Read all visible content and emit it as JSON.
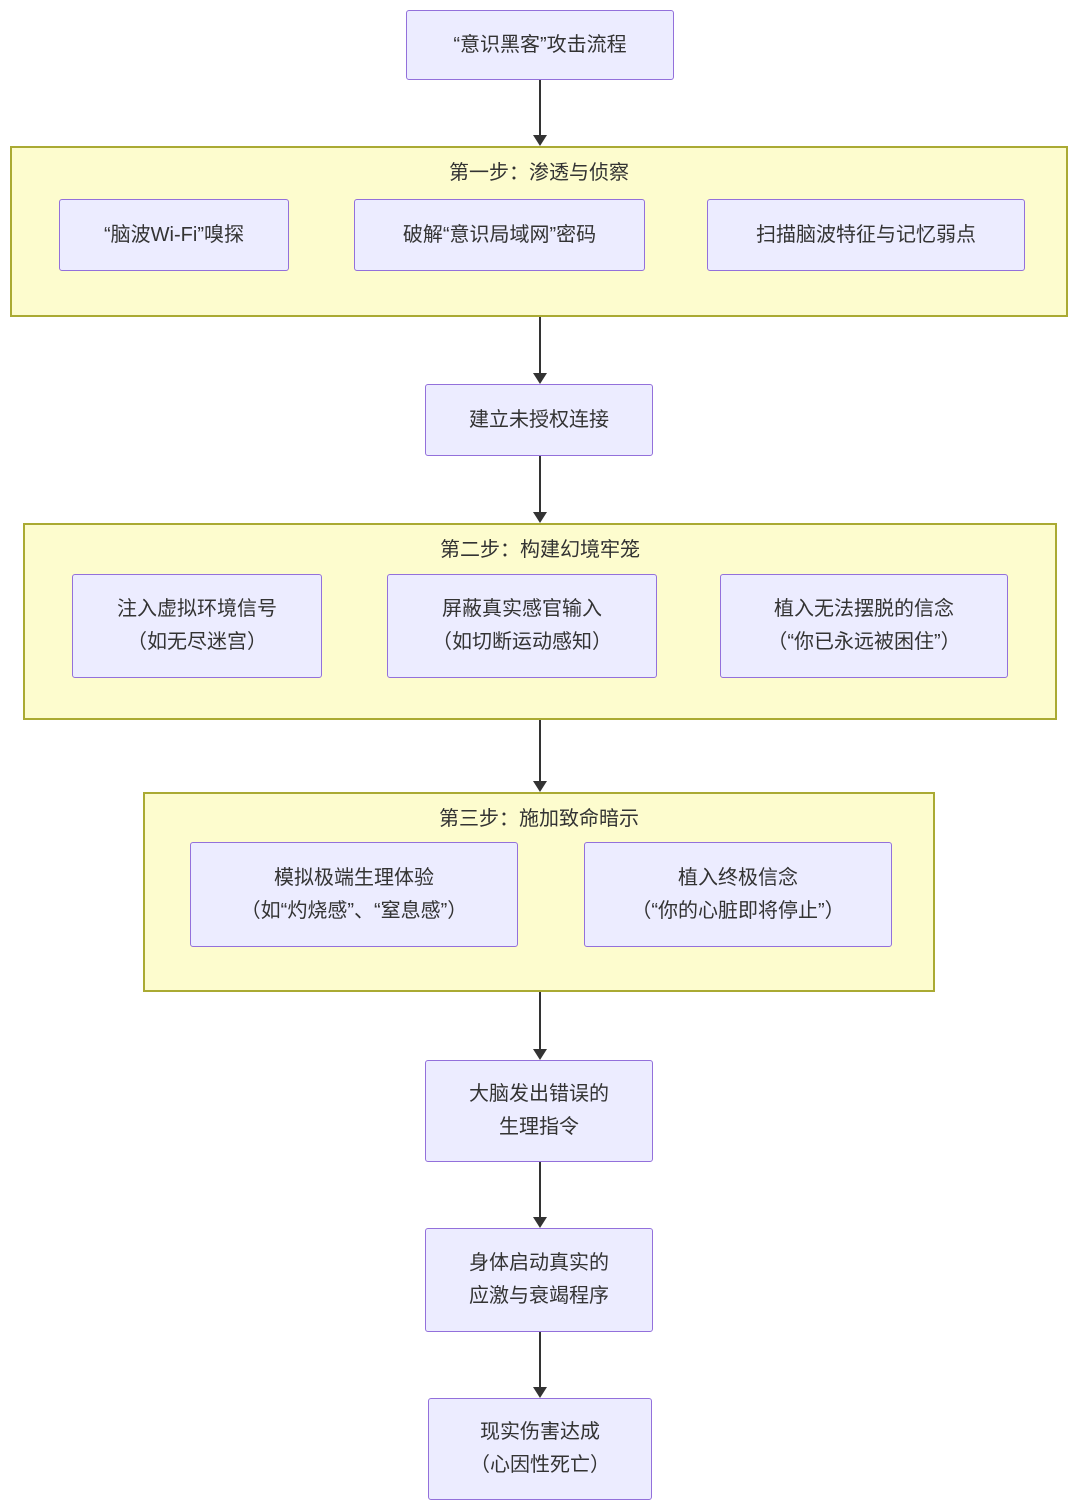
{
  "flow": {
    "start": "“意识黑客”攻击流程",
    "step1": {
      "title": "第一步：渗透与侦察",
      "items": [
        "“脑波Wi-Fi”嗅探",
        "破解“意识局域网”密码",
        "扫描脑波特征与记忆弱点"
      ]
    },
    "connect": "建立未授权连接",
    "step2": {
      "title": "第二步：构建幻境牢笼",
      "items": [
        "注入虚拟环境信号\n（如无尽迷宫）",
        "屏蔽真实感官输入\n（如切断运动感知）",
        "植入无法摆脱的信念\n（“你已永远被困住”）"
      ]
    },
    "step3": {
      "title": "第三步：施加致命暗示",
      "items": [
        "模拟极端生理体验\n（如“灼烧感”、“窒息感”）",
        "植入终极信念\n（“你的心脏即将停止”）"
      ]
    },
    "outcome1": "大脑发出错误的\n生理指令",
    "outcome2": "身体启动真实的\n应激与衰竭程序",
    "outcome3": "现实伤害达成\n（心因性死亡）"
  },
  "colors": {
    "node_fill": "#ECECFF",
    "node_border": "#9370DB",
    "section_fill": "#FDFCCE",
    "section_border": "#AAAA33",
    "arrow": "#333333",
    "text": "#333333"
  }
}
